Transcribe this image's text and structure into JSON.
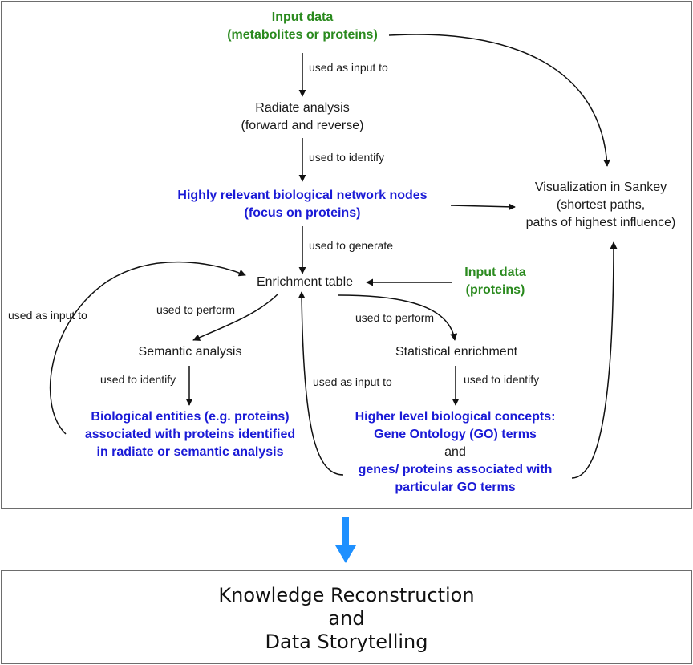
{
  "nodes": {
    "input_data_main": {
      "line1": "Input data",
      "line2": "(metabolites or proteins)"
    },
    "radiate": {
      "line1": "Radiate analysis",
      "line2": "(forward and reverse)"
    },
    "relevant_nodes": {
      "line1": "Highly relevant biological network nodes",
      "line2": "(focus on proteins)"
    },
    "visualization": {
      "line1": "Visualization in Sankey",
      "line2": "(shortest paths,",
      "line3": "paths of highest influence)"
    },
    "enrichment_table": {
      "line1": "Enrichment table"
    },
    "input_data_proteins": {
      "line1": "Input data",
      "line2": "(proteins)"
    },
    "semantic": {
      "line1": "Semantic analysis"
    },
    "statistical": {
      "line1": "Statistical enrichment"
    },
    "bio_entities": {
      "line1": "Biological entities (e.g. proteins)",
      "line2": "associated with proteins identified",
      "line3": "in radiate or semantic analysis"
    },
    "concepts": {
      "line1": "Higher level biological concepts:",
      "line2": "Gene Ontology (GO) terms",
      "line3": "and",
      "line4": "genes/ proteins associated with",
      "line5": "particular GO terms"
    }
  },
  "edge_labels": {
    "input_to_radiate": "used as input to",
    "radiate_to_nodes": "used to identify",
    "nodes_to_table": "used to generate",
    "table_to_semantic": "used to perform",
    "table_to_statistical": "used to perform",
    "semantic_to_entities": "used to identify",
    "statistical_to_concepts": "used to identify",
    "entities_to_table": "used as input to",
    "concepts_to_table": "used as input to"
  },
  "result": {
    "line1": "Knowledge Reconstruction",
    "line2": "and",
    "line3": "Data Storytelling"
  },
  "colors": {
    "green": "#2a8a1e",
    "blue": "#1a1ad6",
    "big_arrow": "#1e90ff",
    "border": "#6d6d6d"
  }
}
